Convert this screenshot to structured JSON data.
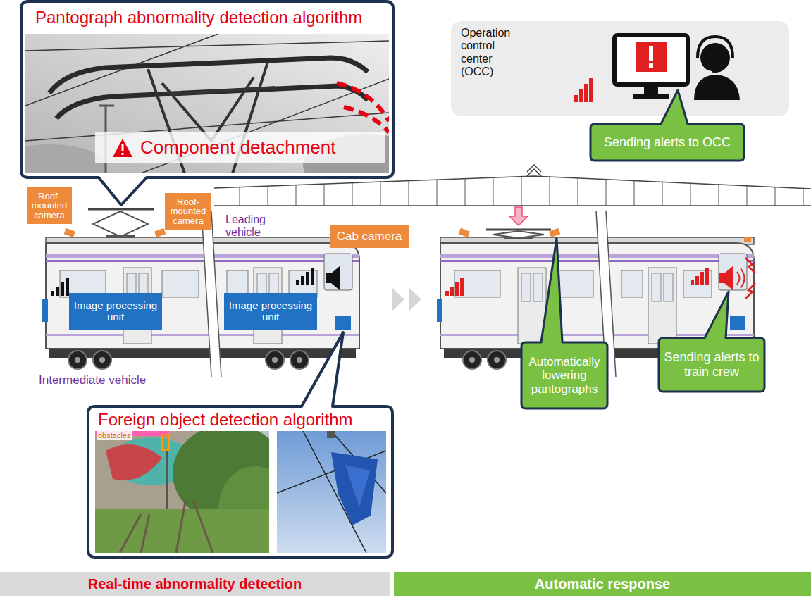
{
  "diagram": {
    "nodes": [
      {
        "text": [
          "Pantograph abnormality detection algorithm"
        ]
      },
      {
        "text": [
          "Component detachment"
        ],
        "in": 0
      },
      {
        "text": [
          "Operation control center (OCC)"
        ]
      },
      {
        "text": [
          "Sending alerts to OCC"
        ]
      },
      {
        "text": [
          "Roof-mounted camera"
        ]
      },
      {
        "text": [
          "Roof-mounted camera"
        ]
      },
      {
        "text": [
          "Cab camera"
        ]
      },
      {
        "text": [
          "Image processing unit"
        ]
      },
      {
        "text": [
          "Image processing unit"
        ]
      },
      {
        "text": [
          "Foreign object detection algorithm"
        ]
      },
      {
        "text": [
          "Automatically lowering pantographs"
        ]
      },
      {
        "text": [
          "Sending alerts to train crew"
        ]
      },
      {
        "text": [
          "Real-time abnormality detection"
        ]
      },
      {
        "text": [
          "Automatic response"
        ]
      }
    ],
    "labels": [
      "Leading vehicle",
      "Intermediate vehicle",
      "obstacles"
    ]
  }
}
